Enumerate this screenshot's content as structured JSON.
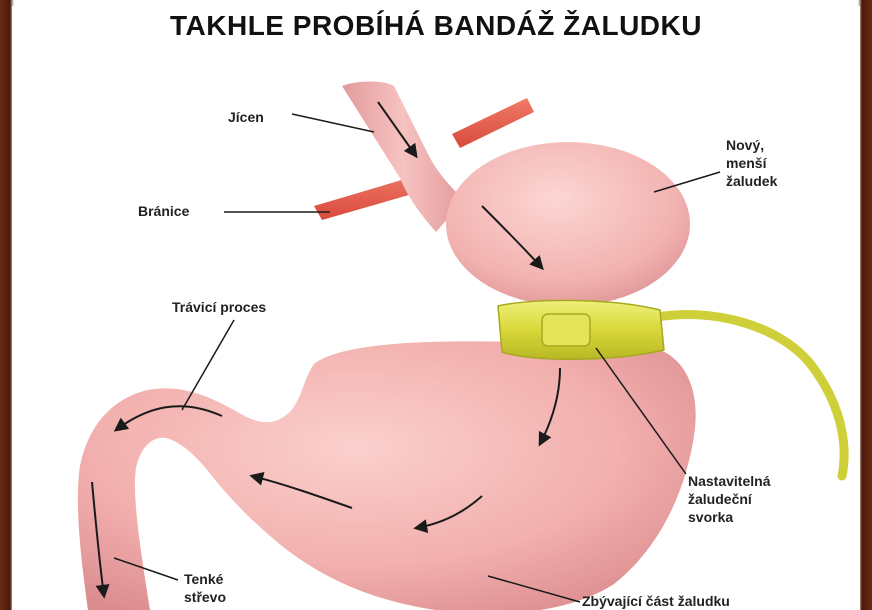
{
  "title": "TAKHLE PROBÍHÁ BANDÁŽ ŽALUDKU",
  "labels": {
    "jicen": "Jícen",
    "branice": "Bránice",
    "novy_zaludek": "Nový,\nmenší\nžaludek",
    "travici_proces": "Trávicí proces",
    "svorka": "Nastavitelná\nžaludeční\nsvorka",
    "tenke_strevo": "Tenké\nstřevo",
    "zbyvajici": "Zbývající část žaludku"
  },
  "colors": {
    "stomach": "#f3b5b2",
    "stomach_shade": "#e08f8f",
    "band": "#dcdc40",
    "diaphragm": "#e8604f",
    "frame": "#5a2012"
  }
}
